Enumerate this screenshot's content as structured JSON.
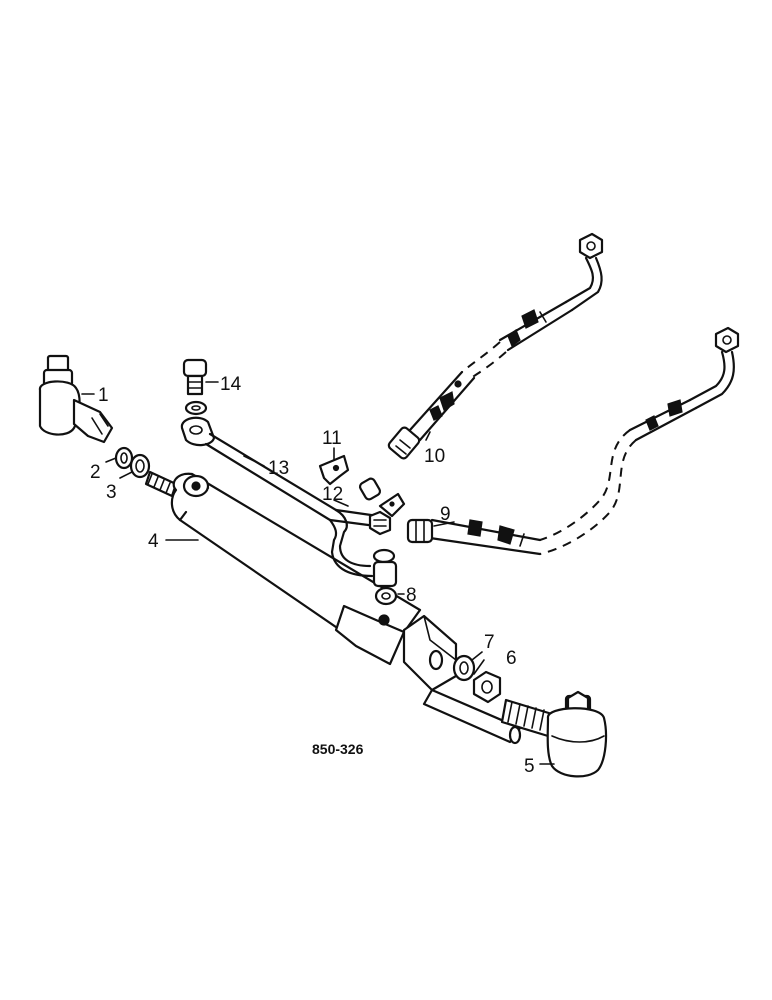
{
  "diagram": {
    "reference_code": "850-326",
    "callouts": [
      {
        "id": "1",
        "text": "1"
      },
      {
        "id": "2",
        "text": "2"
      },
      {
        "id": "3",
        "text": "3"
      },
      {
        "id": "4",
        "text": "4"
      },
      {
        "id": "5",
        "text": "5"
      },
      {
        "id": "6",
        "text": "6"
      },
      {
        "id": "7",
        "text": "7"
      },
      {
        "id": "8",
        "text": "8"
      },
      {
        "id": "9",
        "text": "9"
      },
      {
        "id": "10",
        "text": "10"
      },
      {
        "id": "11",
        "text": "11"
      },
      {
        "id": "12",
        "text": "12"
      },
      {
        "id": "13",
        "text": "13"
      },
      {
        "id": "14",
        "text": "14"
      }
    ]
  }
}
